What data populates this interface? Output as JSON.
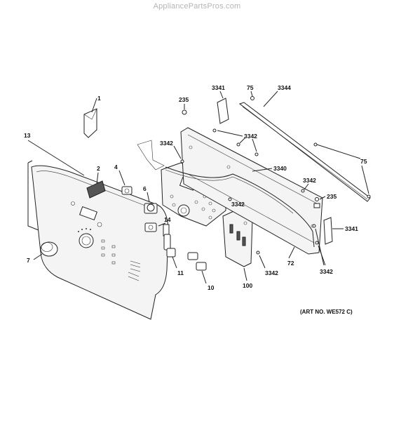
{
  "watermark": "AppliancePartsPros.com",
  "art_number": "(ART NO. WE572 C)",
  "callouts": {
    "c1": "1",
    "c13": "13",
    "c2": "2",
    "c4": "4",
    "c6": "6",
    "c14": "14",
    "c7": "7",
    "c11": "11",
    "c10": "10",
    "c100": "100",
    "c235a": "235",
    "c3341a": "3341",
    "c75a": "75",
    "c3344": "3344",
    "c3342a": "3342",
    "c3342b": "3342",
    "c3340": "3340",
    "c3342c": "3342",
    "c3342d": "3342",
    "c235b": "235",
    "c75b": "75",
    "c3341b": "3341",
    "c3342e": "3342",
    "c72": "72",
    "c3342f": "3342"
  }
}
